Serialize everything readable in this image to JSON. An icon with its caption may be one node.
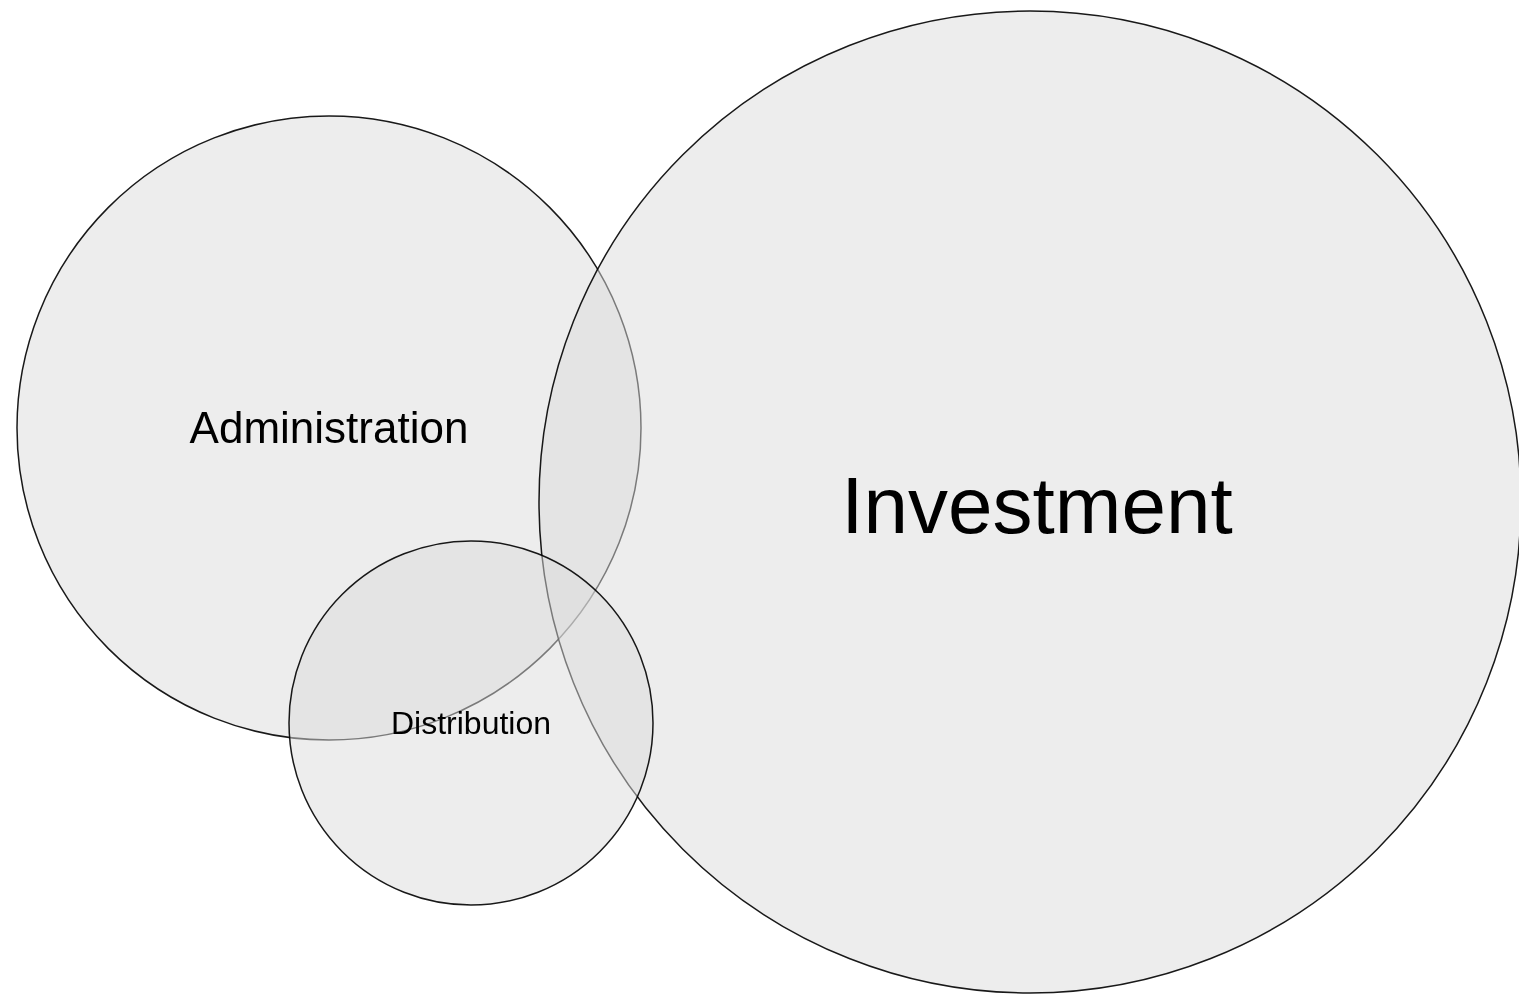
{
  "diagram": {
    "nodes": [
      {
        "text": [
          "Administration"
        ]
      },
      {
        "text": [
          "Investment"
        ]
      },
      {
        "text": [
          "Distribution"
        ]
      }
    ]
  }
}
